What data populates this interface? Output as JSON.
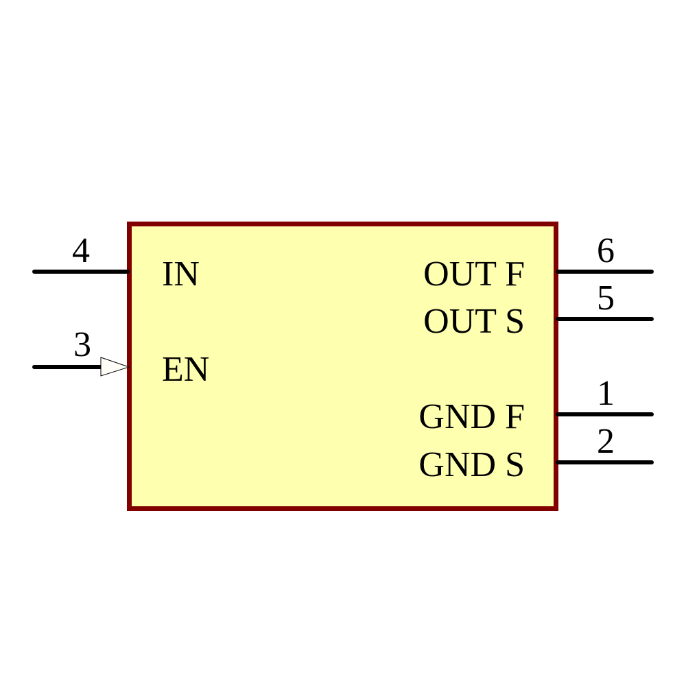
{
  "component": {
    "body_fill": "#FFFFB0",
    "body_stroke": "#800000",
    "pin_color": "#000000"
  },
  "pins_left": [
    {
      "number": "4",
      "name": "IN",
      "type": "passive"
    },
    {
      "number": "3",
      "name": "EN",
      "type": "input"
    }
  ],
  "pins_right": [
    {
      "number": "6",
      "name": "OUT F"
    },
    {
      "number": "5",
      "name": "OUT S"
    },
    {
      "number": "1",
      "name": "GND F"
    },
    {
      "number": "2",
      "name": "GND S"
    }
  ]
}
